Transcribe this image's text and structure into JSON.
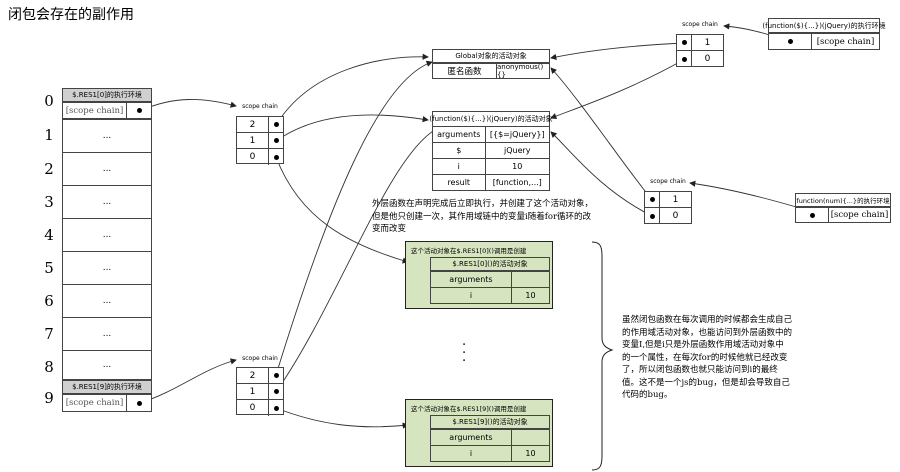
{
  "title": "闭包会存在的副作用",
  "res_array": {
    "indices": [
      "0",
      "1",
      "2",
      "3",
      "4",
      "5",
      "6",
      "7",
      "8",
      "9"
    ],
    "dots": "...",
    "env0_header": "$.RES1[0]的执行环境",
    "env9_header": "$.RES1[9]的执行环境",
    "scope_chain_label": "[scope chain]"
  },
  "scope_chain_title": "scope chain",
  "scope_chain_top": {
    "rows": [
      "2",
      "1",
      "0"
    ]
  },
  "scope_chain_bottom": {
    "rows": [
      "2",
      "1",
      "0"
    ]
  },
  "scope_chain_right_top": {
    "rows": [
      "1",
      "0"
    ]
  },
  "scope_chain_right_mid": {
    "rows": [
      "1",
      "0"
    ]
  },
  "global_object": {
    "header": "Global对象的活动对象",
    "key": "匿名函数",
    "value": "anonymous(){}"
  },
  "outer_activation": {
    "header": "(function($){...})(jQuery)的活动对象",
    "rows": [
      {
        "k": "arguments",
        "v": "[{$=jQuery}]"
      },
      {
        "k": "$",
        "v": "jQuery"
      },
      {
        "k": "i",
        "v": "10"
      },
      {
        "k": "result",
        "v": "[function,...]"
      }
    ]
  },
  "outer_env": {
    "header": "(function($){...})(jQuery)的执行环境",
    "scope_chain_label": "[scope chain]"
  },
  "num_env": {
    "header": "function(num){...}的执行环境",
    "scope_chain_label": "[scope chain]"
  },
  "note_outer": "外层函数在声明完成后立即执行，并创建了这个活动对象，但是他只创建一次，其作用域链中的变量i随着for循环的改变而改变",
  "box0": {
    "caption": "这个活动对象在$.RES1[0]()调用是创建",
    "header": "$.RES1[0]()的活动对象",
    "rows": [
      {
        "k": "arguments",
        "v": ""
      },
      {
        "k": "i",
        "v": "10"
      }
    ]
  },
  "box9": {
    "caption": "这个活动对象在$.RES1[9]()调用是创建",
    "header": "$.RES1[9]()的活动对象",
    "rows": [
      {
        "k": "arguments",
        "v": ""
      },
      {
        "k": "i",
        "v": "10"
      }
    ]
  },
  "vertical_dots": "·\n·\n·",
  "note_right": "虽然闭包函数在每次调用的时候都会生成自己的作用域活动对象，也能访问到外层函数中的变量I,但是i只是外层函数作用域活动对象中的一个属性，在每次for的时候他就已经改变了，所以闭包函数也就只能访问到i的最终值。这不是一个js的bug，但是却会导致自己代码的bug。"
}
